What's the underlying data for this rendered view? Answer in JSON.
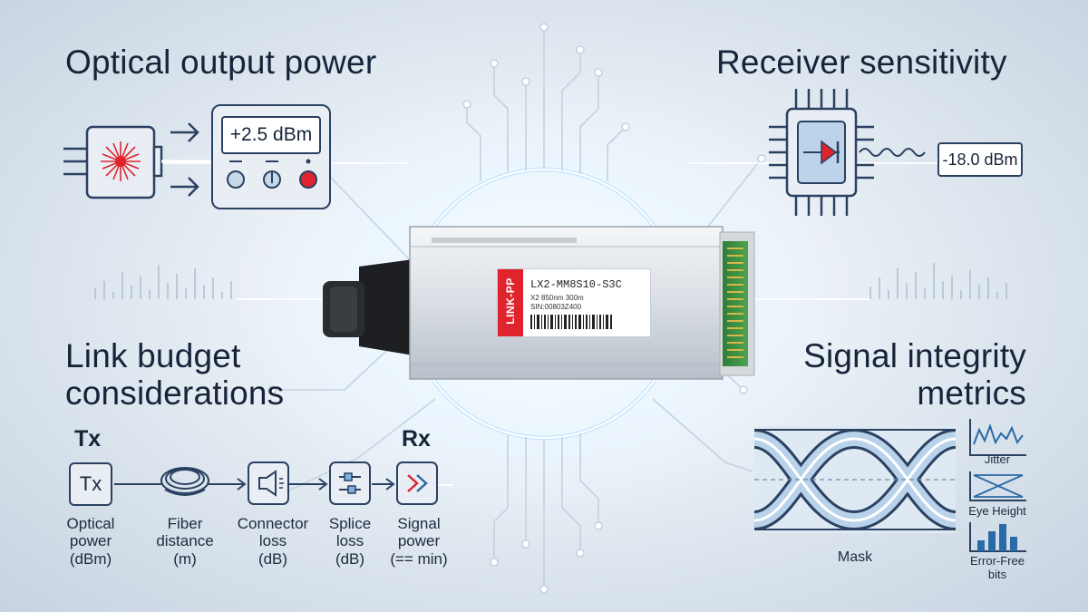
{
  "headings": {
    "optical_output": "Optical output power",
    "receiver": "Receiver sensitivity",
    "link_budget_line1": "Link budget",
    "link_budget_line2": "considerations",
    "signal_line1": "Signal integrity",
    "signal_line2": "metrics"
  },
  "optical_output": {
    "readout": "+2.5 dBm"
  },
  "receiver": {
    "readout": "-18.0 dBm"
  },
  "module": {
    "brand": "LINK-PP",
    "part_number": "LX2-MM8S10-S3C",
    "spec": "X2 850nm 300m",
    "serial": "SIN:00803Z400"
  },
  "link_budget": {
    "tx_label": "Tx",
    "rx_label": "Rx",
    "tx_box": "Tx",
    "steps": [
      {
        "line1": "Optical",
        "line2": "power",
        "line3": "(dBm)"
      },
      {
        "line1": "Fiber",
        "line2": "distance",
        "line3": "(m)"
      },
      {
        "line1": "Connector",
        "line2": "loss",
        "line3": "(dB)"
      },
      {
        "line1": "Splice",
        "line2": "loss",
        "line3": "(dB)"
      },
      {
        "line1": "Signal",
        "line2": "power",
        "line3": "(== min)"
      }
    ]
  },
  "signal_integrity": {
    "mask_label": "Mask",
    "jitter": "Jitter",
    "eye_height": "Eye Height",
    "error_free_line1": "Error-Free",
    "error_free_line2": "bits"
  },
  "colors": {
    "navy": "#2b4161",
    "accent_red": "#e0242e",
    "glow": "#8fd0ff",
    "eye_blue": "#b8d2ea"
  }
}
